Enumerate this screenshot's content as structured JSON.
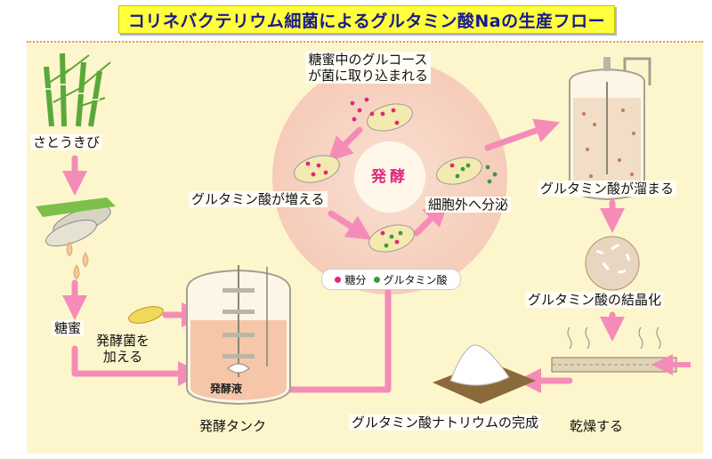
{
  "title": "コリネバクテリウム細菌によるグルタミン酸Naの生産フロー",
  "labels": {
    "sugarcane": "さとうきび",
    "molasses": "糖蜜",
    "add_bacteria_line1": "発酵菌を",
    "add_bacteria_line2": "加える",
    "tank": "発酵タンク",
    "tank_liquid": "発酵液",
    "glucose_line1": "糖蜜中のグルコース",
    "glucose_line2": "が菌に取り込まれる",
    "ferment": "発酵",
    "glutamate_increase": "グルタミン酸が増える",
    "secretion": "細胞外へ分泌",
    "accumulate": "グルタミン酸が溜まる",
    "crystallize": "グルタミン酸の結晶化",
    "dry": "乾燥する",
    "complete": "グルタミン酸ナトリウムの完成"
  },
  "legend": {
    "sugar": "糖分",
    "glutamate": "グルタミン酸"
  },
  "colors": {
    "title_bg": "#ffff3c",
    "title_text": "#1a1a8c",
    "panel_bg": "#fdf6cc",
    "arrow": "#f58cb8",
    "sugar_dot": "#e0287a",
    "glutamate_dot": "#3c9a3c",
    "cell": "#f4eab0",
    "ferment_circle": "#f6ccc0"
  }
}
